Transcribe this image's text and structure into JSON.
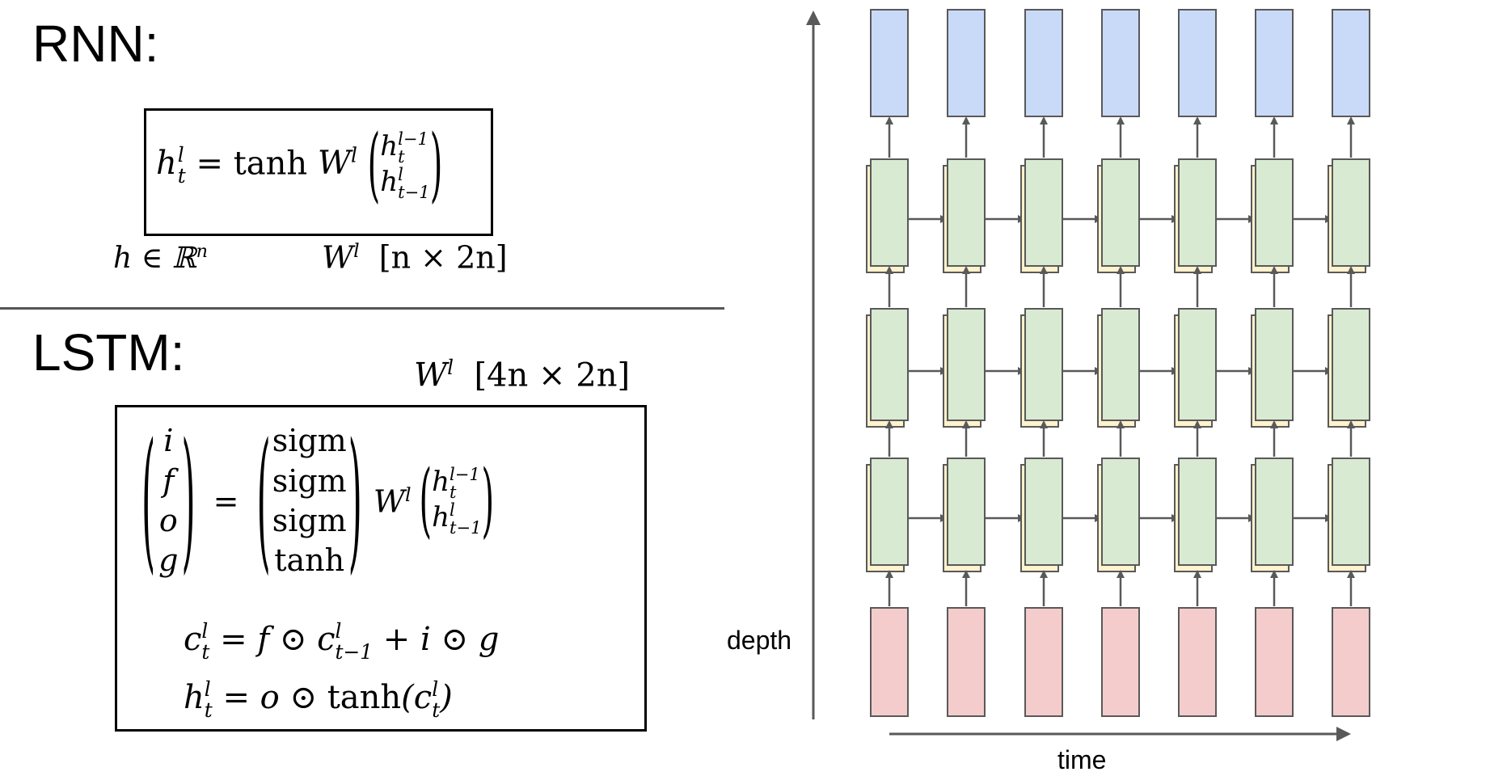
{
  "rnn": {
    "heading": "RNN:",
    "eq_lhs": "h",
    "eq_lhs_sup": "l",
    "eq_lhs_sub": "t",
    "eq_eq": "=",
    "eq_fn": "tanh",
    "eq_w": "W",
    "eq_w_sup": "l",
    "vec_top": "h",
    "vec_top_sup": "l−1",
    "vec_top_sub": "t",
    "vec_bot": "h",
    "vec_bot_sup": "l",
    "vec_bot_sub": "t−1",
    "h_space": "h ∈ ℝ",
    "h_space_sup": "n",
    "w_dim_w": "W",
    "w_dim_sup": "l",
    "w_dim": "[n × 2n]"
  },
  "lstm": {
    "heading": "LSTM:",
    "w_dim_w": "W",
    "w_dim_sup": "l",
    "w_dim": "[4n × 2n]",
    "gates": [
      "i",
      "f",
      "o",
      "g"
    ],
    "eq_eq": "=",
    "acts": [
      "sigm",
      "sigm",
      "sigm",
      "tanh"
    ],
    "eq_w": "W",
    "eq_w_sup": "l",
    "vec_top": "h",
    "vec_top_sup": "l−1",
    "vec_top_sub": "t",
    "vec_bot": "h",
    "vec_bot_sup": "l",
    "vec_bot_sub": "t−1",
    "c_eq": {
      "lhs": "c",
      "lhs_sup": "l",
      "lhs_sub": "t",
      "rhs_a": "= f ⊙ c",
      "rhs_sup": "l",
      "rhs_sub": "t−1",
      "rhs_b": "+ i ⊙ g"
    },
    "h_eq": {
      "lhs": "h",
      "lhs_sup": "l",
      "lhs_sub": "t",
      "rhs_a": "= o ⊙ ",
      "fn": "tanh",
      "rhs_open": "(c",
      "rhs_sup": "l",
      "rhs_sub": "t",
      "rhs_close": ")"
    }
  },
  "diagram": {
    "depth_label": "depth",
    "time_label": "time",
    "columns": 7,
    "hidden_layers": 3,
    "colors": {
      "output": "#c9daf8",
      "hidden": "#d9ead3",
      "hidden_shadow": "#fff2cc",
      "input": "#f4cccc",
      "stroke": "#595959",
      "arrow": "#595959"
    }
  }
}
